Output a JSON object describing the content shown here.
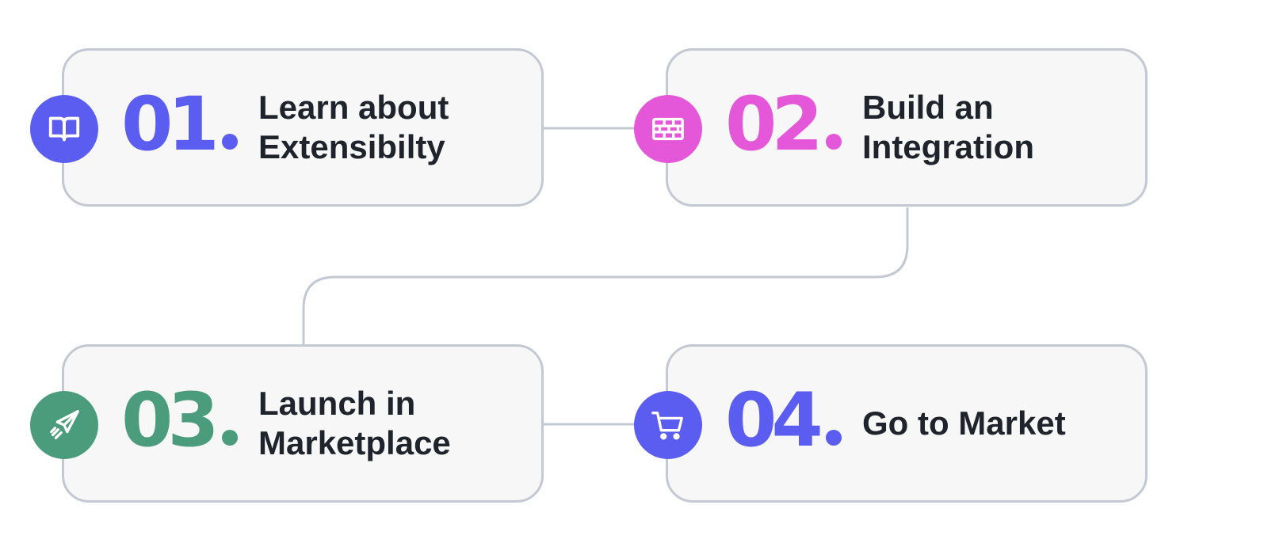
{
  "steps": [
    {
      "number": "01",
      "title": "Learn about\nExtensibilty",
      "color": "#5b5cf0",
      "icon": "book-icon"
    },
    {
      "number": "02",
      "title": "Build an\nIntegration",
      "color": "#e457d8",
      "icon": "brick-wall-icon"
    },
    {
      "number": "03",
      "title": "Launch in\nMarketplace",
      "color": "#4a9c7d",
      "icon": "rocket-icon"
    },
    {
      "number": "04",
      "title": "Go to Market",
      "color": "#5b5cf0",
      "icon": "shopping-cart-icon"
    }
  ],
  "connector_color": "#c3c8d3",
  "card_background": "#f7f7f7",
  "card_border": "#c3c8d3"
}
